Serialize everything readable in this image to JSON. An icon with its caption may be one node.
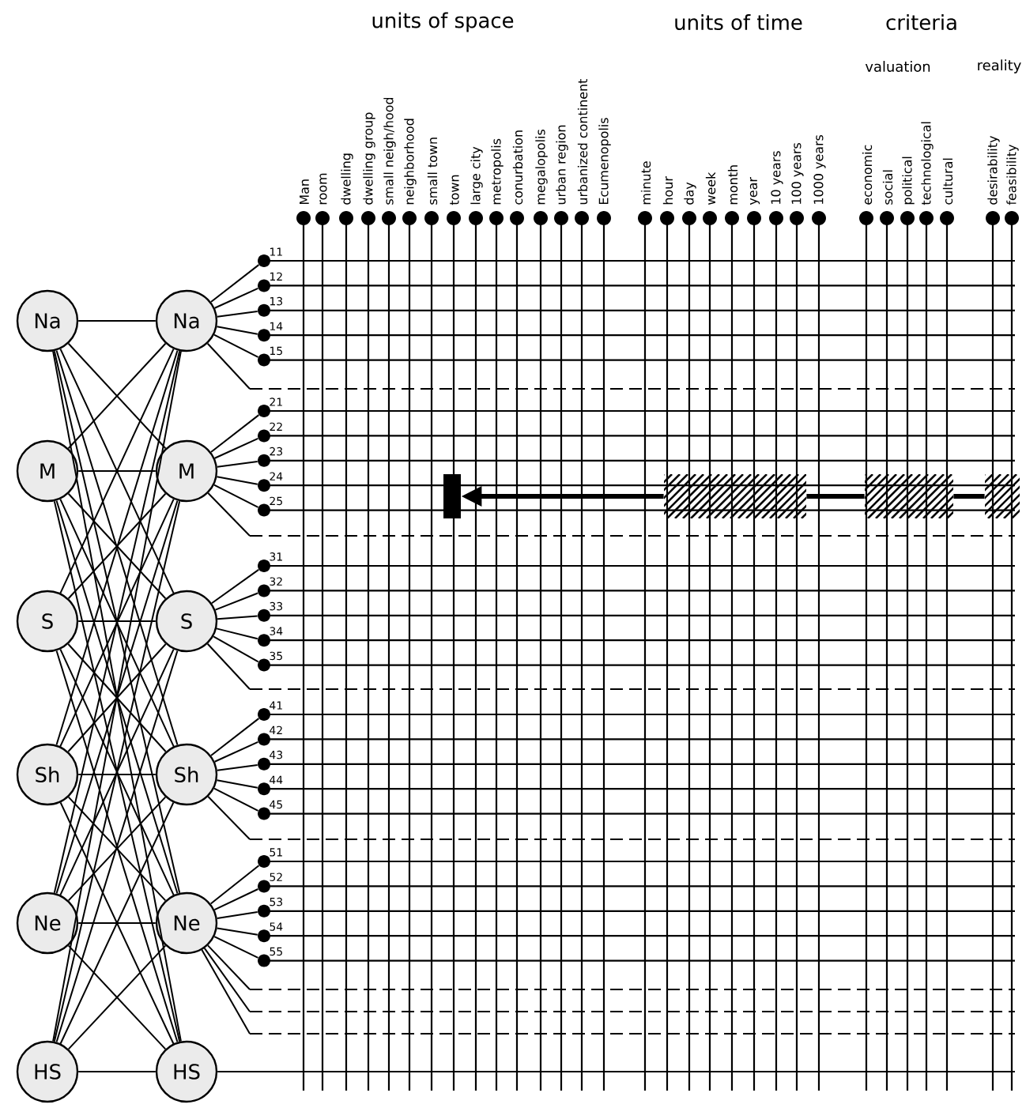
{
  "diagram": {
    "nodes": [
      {
        "text": [
          "Na"
        ]
      },
      {
        "text": [
          "M"
        ]
      },
      {
        "text": [
          "S"
        ]
      },
      {
        "text": [
          "Sh"
        ]
      },
      {
        "text": [
          "Ne"
        ]
      },
      {
        "text": [
          "HS"
        ]
      },
      {
        "text": [
          "Na"
        ]
      },
      {
        "text": [
          "M"
        ]
      },
      {
        "text": [
          "S"
        ]
      },
      {
        "text": [
          "Sh"
        ]
      },
      {
        "text": [
          "Ne"
        ]
      },
      {
        "text": [
          "HS"
        ]
      },
      {
        "text": [],
        "shape": "circle",
        "beside": [
          "11"
        ]
      },
      {
        "text": [],
        "shape": "circle",
        "beside": [
          "12"
        ]
      },
      {
        "text": [],
        "shape": "circle",
        "beside": [
          "13"
        ]
      },
      {
        "text": [],
        "shape": "circle",
        "beside": [
          "14"
        ]
      },
      {
        "text": [],
        "shape": "circle",
        "beside": [
          "15"
        ]
      },
      {
        "text": [],
        "shape": "circle",
        "beside": [
          "21"
        ]
      },
      {
        "text": [],
        "shape": "circle",
        "beside": [
          "22"
        ]
      },
      {
        "text": [],
        "shape": "circle",
        "beside": [
          "23"
        ]
      },
      {
        "text": [],
        "shape": "circle",
        "beside": [
          "24"
        ]
      },
      {
        "text": [],
        "shape": "circle",
        "beside": [
          "25"
        ]
      },
      {
        "text": [],
        "shape": "circle",
        "beside": [
          "31"
        ]
      },
      {
        "text": [],
        "shape": "circle",
        "beside": [
          "32"
        ]
      },
      {
        "text": [],
        "shape": "circle",
        "beside": [
          "33"
        ]
      },
      {
        "text": [],
        "shape": "circle",
        "beside": [
          "34"
        ]
      },
      {
        "text": [],
        "shape": "circle",
        "beside": [
          "35"
        ]
      },
      {
        "text": [],
        "shape": "circle",
        "beside": [
          "41"
        ]
      },
      {
        "text": [],
        "shape": "circle",
        "beside": [
          "42"
        ]
      },
      {
        "text": [],
        "shape": "circle",
        "beside": [
          "43"
        ]
      },
      {
        "text": [],
        "shape": "circle",
        "beside": [
          "44"
        ]
      },
      {
        "text": [],
        "shape": "circle",
        "beside": [
          "45"
        ]
      },
      {
        "text": [],
        "shape": "circle",
        "beside": [
          "51"
        ]
      },
      {
        "text": [],
        "shape": "circle",
        "beside": [
          "52"
        ]
      },
      {
        "text": [],
        "shape": "circle",
        "beside": [
          "53"
        ]
      },
      {
        "text": [],
        "shape": "circle",
        "beside": [
          "54"
        ]
      },
      {
        "text": [],
        "shape": "circle",
        "beside": [
          "55"
        ]
      },
      {
        "text": [],
        "shape": "bar"
      },
      {
        "text": [],
        "shape": "box"
      },
      {
        "text": [],
        "shape": "box"
      },
      {
        "text": [],
        "shape": "box"
      }
    ],
    "edges": [
      {
        "from": 0,
        "to": 6,
        "arrow": "none"
      },
      {
        "from": 0,
        "to": 7,
        "arrow": "none"
      },
      {
        "from": 0,
        "to": 8,
        "arrow": "none"
      },
      {
        "from": 0,
        "to": 9,
        "arrow": "none"
      },
      {
        "from": 0,
        "to": 10,
        "arrow": "none"
      },
      {
        "from": 0,
        "to": 11,
        "arrow": "none"
      },
      {
        "from": 1,
        "to": 6,
        "arrow": "none"
      },
      {
        "from": 1,
        "to": 7,
        "arrow": "none"
      },
      {
        "from": 1,
        "to": 8,
        "arrow": "none"
      },
      {
        "from": 1,
        "to": 9,
        "arrow": "none"
      },
      {
        "from": 1,
        "to": 10,
        "arrow": "none"
      },
      {
        "from": 1,
        "to": 11,
        "arrow": "none"
      },
      {
        "from": 2,
        "to": 6,
        "arrow": "none"
      },
      {
        "from": 2,
        "to": 7,
        "arrow": "none"
      },
      {
        "from": 2,
        "to": 8,
        "arrow": "none"
      },
      {
        "from": 2,
        "to": 9,
        "arrow": "none"
      },
      {
        "from": 2,
        "to": 10,
        "arrow": "none"
      },
      {
        "from": 2,
        "to": 11,
        "arrow": "none"
      },
      {
        "from": 3,
        "to": 6,
        "arrow": "none"
      },
      {
        "from": 3,
        "to": 7,
        "arrow": "none"
      },
      {
        "from": 3,
        "to": 8,
        "arrow": "none"
      },
      {
        "from": 3,
        "to": 9,
        "arrow": "none"
      },
      {
        "from": 3,
        "to": 10,
        "arrow": "none"
      },
      {
        "from": 3,
        "to": 11,
        "arrow": "none"
      },
      {
        "from": 4,
        "to": 6,
        "arrow": "none"
      },
      {
        "from": 4,
        "to": 7,
        "arrow": "none"
      },
      {
        "from": 4,
        "to": 8,
        "arrow": "none"
      },
      {
        "from": 4,
        "to": 9,
        "arrow": "none"
      },
      {
        "from": 4,
        "to": 10,
        "arrow": "none"
      },
      {
        "from": 4,
        "to": 11,
        "arrow": "none"
      },
      {
        "from": 5,
        "to": 6,
        "arrow": "none"
      },
      {
        "from": 5,
        "to": 7,
        "arrow": "none"
      },
      {
        "from": 5,
        "to": 8,
        "arrow": "none"
      },
      {
        "from": 5,
        "to": 9,
        "arrow": "none"
      },
      {
        "from": 5,
        "to": 10,
        "arrow": "none"
      },
      {
        "from": 5,
        "to": 11,
        "arrow": "none"
      },
      {
        "from": 6,
        "to": 12,
        "arrow": "none"
      },
      {
        "from": 6,
        "to": 13,
        "arrow": "none"
      },
      {
        "from": 6,
        "to": 14,
        "arrow": "none"
      },
      {
        "from": 6,
        "to": 15,
        "arrow": "none"
      },
      {
        "from": 6,
        "to": 16,
        "arrow": "none"
      },
      {
        "from": 7,
        "to": 17,
        "arrow": "none"
      },
      {
        "from": 7,
        "to": 18,
        "arrow": "none"
      },
      {
        "from": 7,
        "to": 19,
        "arrow": "none"
      },
      {
        "from": 7,
        "to": 20,
        "arrow": "none"
      },
      {
        "from": 7,
        "to": 21,
        "arrow": "none"
      },
      {
        "from": 8,
        "to": 22,
        "arrow": "none"
      },
      {
        "from": 8,
        "to": 23,
        "arrow": "none"
      },
      {
        "from": 8,
        "to": 24,
        "arrow": "none"
      },
      {
        "from": 8,
        "to": 25,
        "arrow": "none"
      },
      {
        "from": 8,
        "to": 26,
        "arrow": "none"
      },
      {
        "from": 9,
        "to": 27,
        "arrow": "none"
      },
      {
        "from": 9,
        "to": 28,
        "arrow": "none"
      },
      {
        "from": 9,
        "to": 29,
        "arrow": "none"
      },
      {
        "from": 9,
        "to": 30,
        "arrow": "none"
      },
      {
        "from": 9,
        "to": 31,
        "arrow": "none"
      },
      {
        "from": 10,
        "to": 32,
        "arrow": "none"
      },
      {
        "from": 10,
        "to": 33,
        "arrow": "none"
      },
      {
        "from": 10,
        "to": 34,
        "arrow": "none"
      },
      {
        "from": 10,
        "to": 35,
        "arrow": "none"
      },
      {
        "from": 10,
        "to": 36,
        "arrow": "none"
      },
      {
        "from": 6,
        "to": null,
        "arrow": "none"
      },
      {
        "from": 7,
        "to": null,
        "arrow": "none"
      },
      {
        "from": 8,
        "to": null,
        "arrow": "none"
      },
      {
        "from": 9,
        "to": null,
        "arrow": "none"
      },
      {
        "from": 10,
        "to": null,
        "arrow": "none"
      },
      {
        "from": 10,
        "to": null,
        "arrow": "none"
      },
      {
        "from": 10,
        "to": null,
        "arrow": "none"
      },
      {
        "from": 11,
        "to": null,
        "arrow": "none"
      },
      {
        "from": 38,
        "to": 37,
        "arrow": "to",
        "style": "thick"
      },
      {
        "from": 39,
        "to": 38,
        "arrow": "none",
        "style": "thick"
      },
      {
        "from": 40,
        "to": 39,
        "arrow": "none",
        "style": "thick"
      }
    ],
    "labels": [
      "units of space",
      "units of time",
      "criteria",
      "valuation",
      "reality",
      "Man",
      "room",
      "dwelling",
      "dwelling group",
      "small neigh/hood",
      "neighborhood",
      "small town",
      "town",
      "large city",
      "metropolis",
      "conurbation",
      "megalopolis",
      "urban region",
      "urbanized continent",
      "Ecumenopolis",
      "minute",
      "hour",
      "day",
      "week",
      "month",
      "year",
      "10 years",
      "100 years",
      "1000 years",
      "economic",
      "social",
      "political",
      "technological",
      "cultural",
      "desirability",
      "feasibility"
    ]
  }
}
